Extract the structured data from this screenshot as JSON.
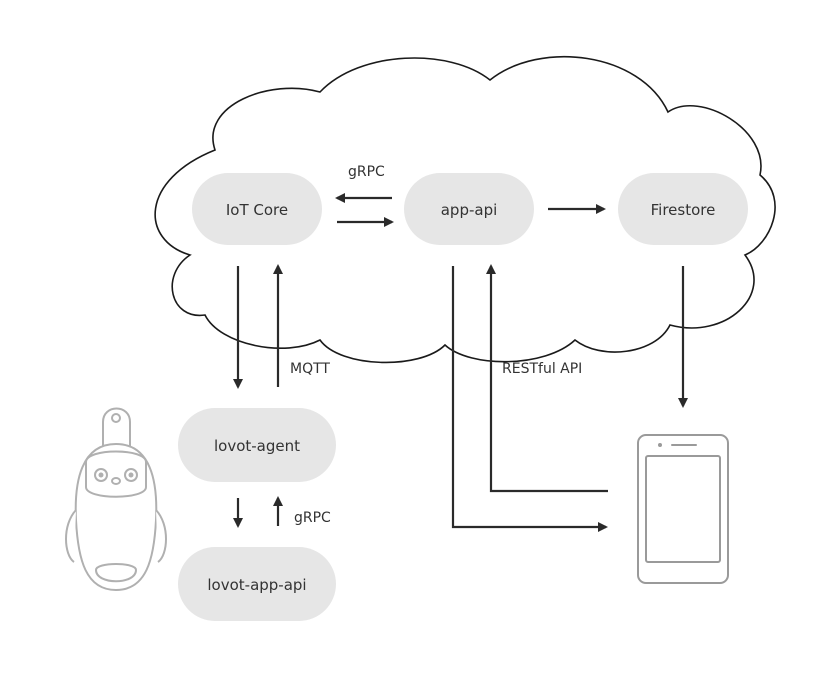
{
  "nodes": {
    "iot_core": "IoT Core",
    "app_api": "app-api",
    "firestore": "Firestore",
    "lovot_agent": "lovot-agent",
    "lovot_app_api": "lovot-app-api"
  },
  "edges": {
    "cloud_grpc": "gRPC",
    "mqtt": "MQTT",
    "restful": "RESTful API",
    "agent_grpc": "gRPC"
  },
  "icons": {
    "cloud": "cloud-icon",
    "robot": "lovot-robot-icon",
    "phone": "smartphone-icon"
  }
}
